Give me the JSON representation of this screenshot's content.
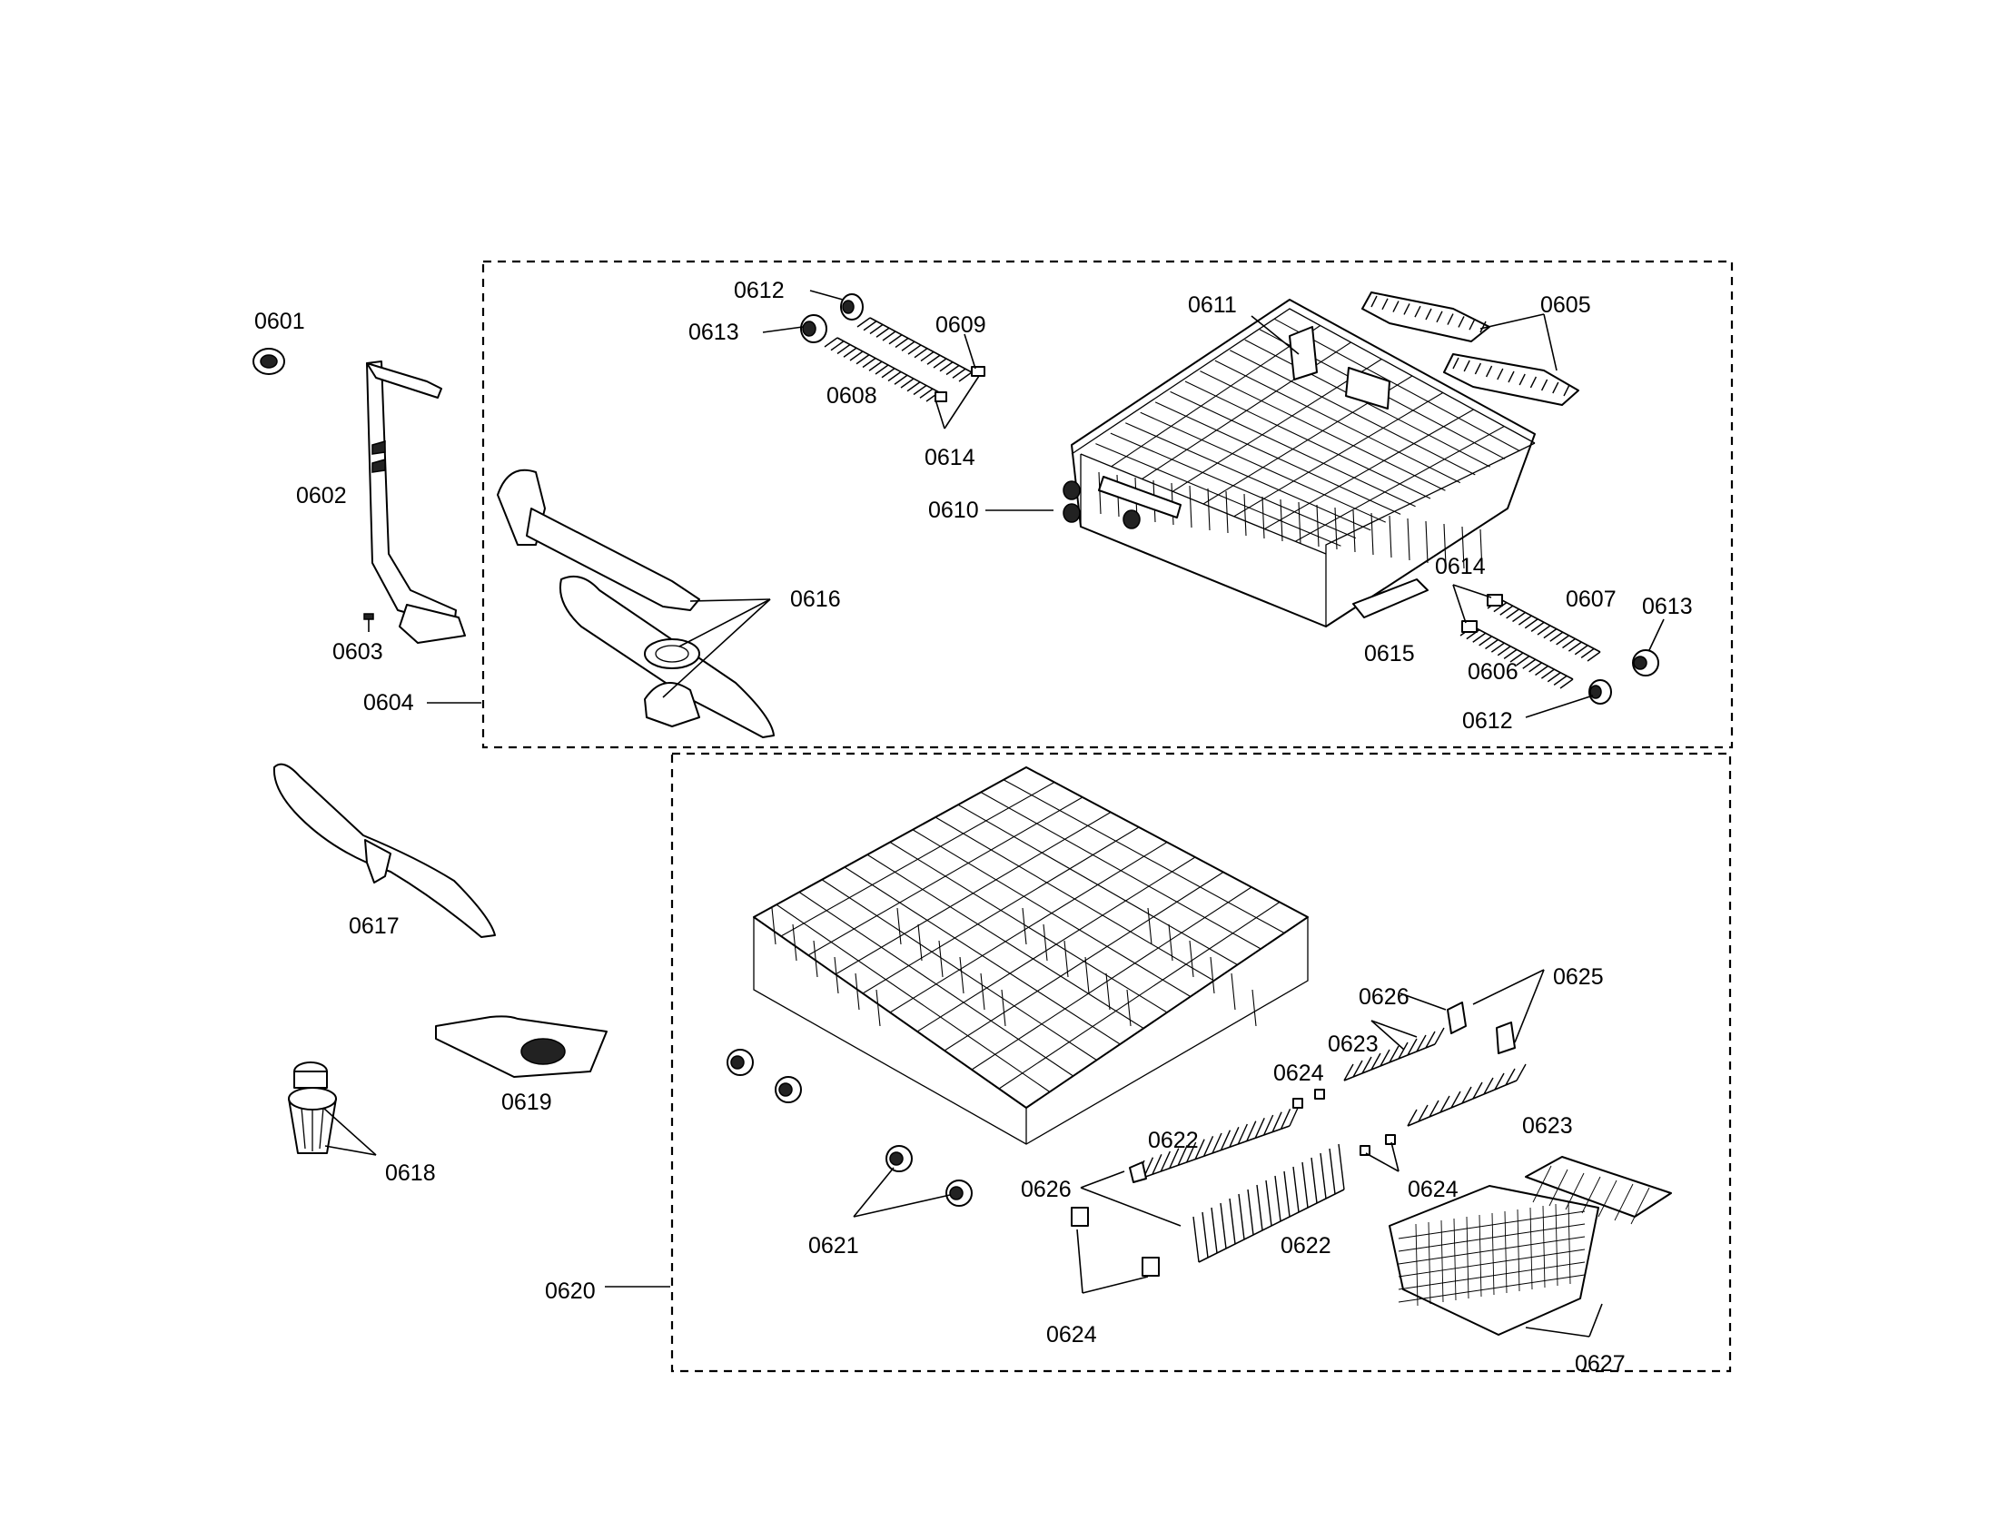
{
  "callouts": {
    "c0601": "0601",
    "c0602": "0602",
    "c0603": "0603",
    "c0604": "0604",
    "c0605": "0605",
    "c0606": "0606",
    "c0607": "0607",
    "c0608": "0608",
    "c0609": "0609",
    "c0610": "0610",
    "c0611": "0611",
    "c0612a": "0612",
    "c0612b": "0612",
    "c0613a": "0613",
    "c0613b": "0613",
    "c0614a": "0614",
    "c0614b": "0614",
    "c0615": "0615",
    "c0616": "0616",
    "c0617": "0617",
    "c0618": "0618",
    "c0619": "0619",
    "c0620": "0620",
    "c0621": "0621",
    "c0622a": "0622",
    "c0622b": "0622",
    "c0623a": "0623",
    "c0623b": "0623",
    "c0624a": "0624",
    "c0624b": "0624",
    "c0624c": "0624",
    "c0625": "0625",
    "c0626a": "0626",
    "c0626b": "0626",
    "c0627": "0627"
  }
}
